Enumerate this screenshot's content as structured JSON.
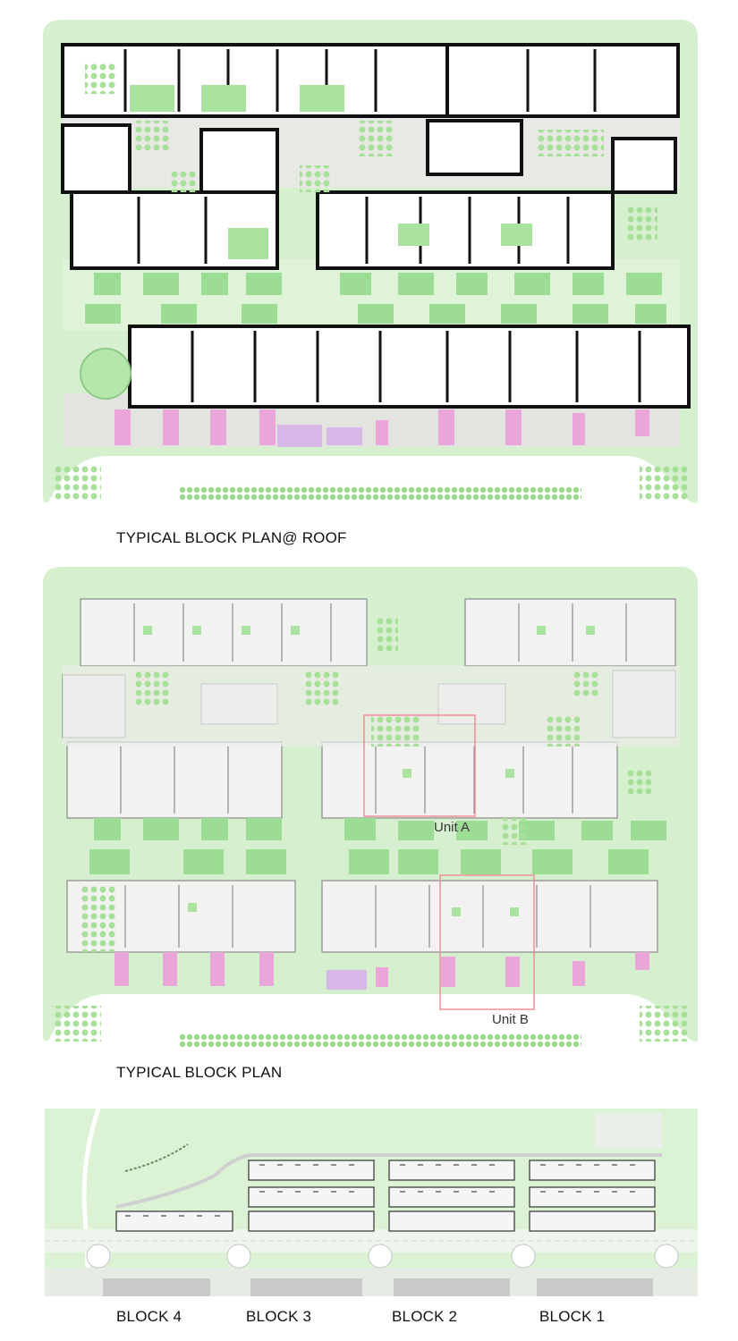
{
  "roof_plan": {
    "caption": "TYPICAL BLOCK PLAN@ ROOF"
  },
  "block_plan": {
    "caption": "TYPICAL BLOCK PLAN",
    "unit_a_label": "Unit A",
    "unit_b_label": "Unit B"
  },
  "site_plan": {
    "blocks": [
      "BLOCK 4",
      "BLOCK 3",
      "BLOCK 2",
      "BLOCK 1"
    ]
  },
  "colors": {
    "landscape": "#d6f0cf",
    "lawn": "#8fd88a",
    "tree": "#a8e09a",
    "paving": "#e6e6e3",
    "wall": "#111111",
    "planter_pink": "#e8a6d9",
    "unit_outline": "#ef8f97"
  }
}
